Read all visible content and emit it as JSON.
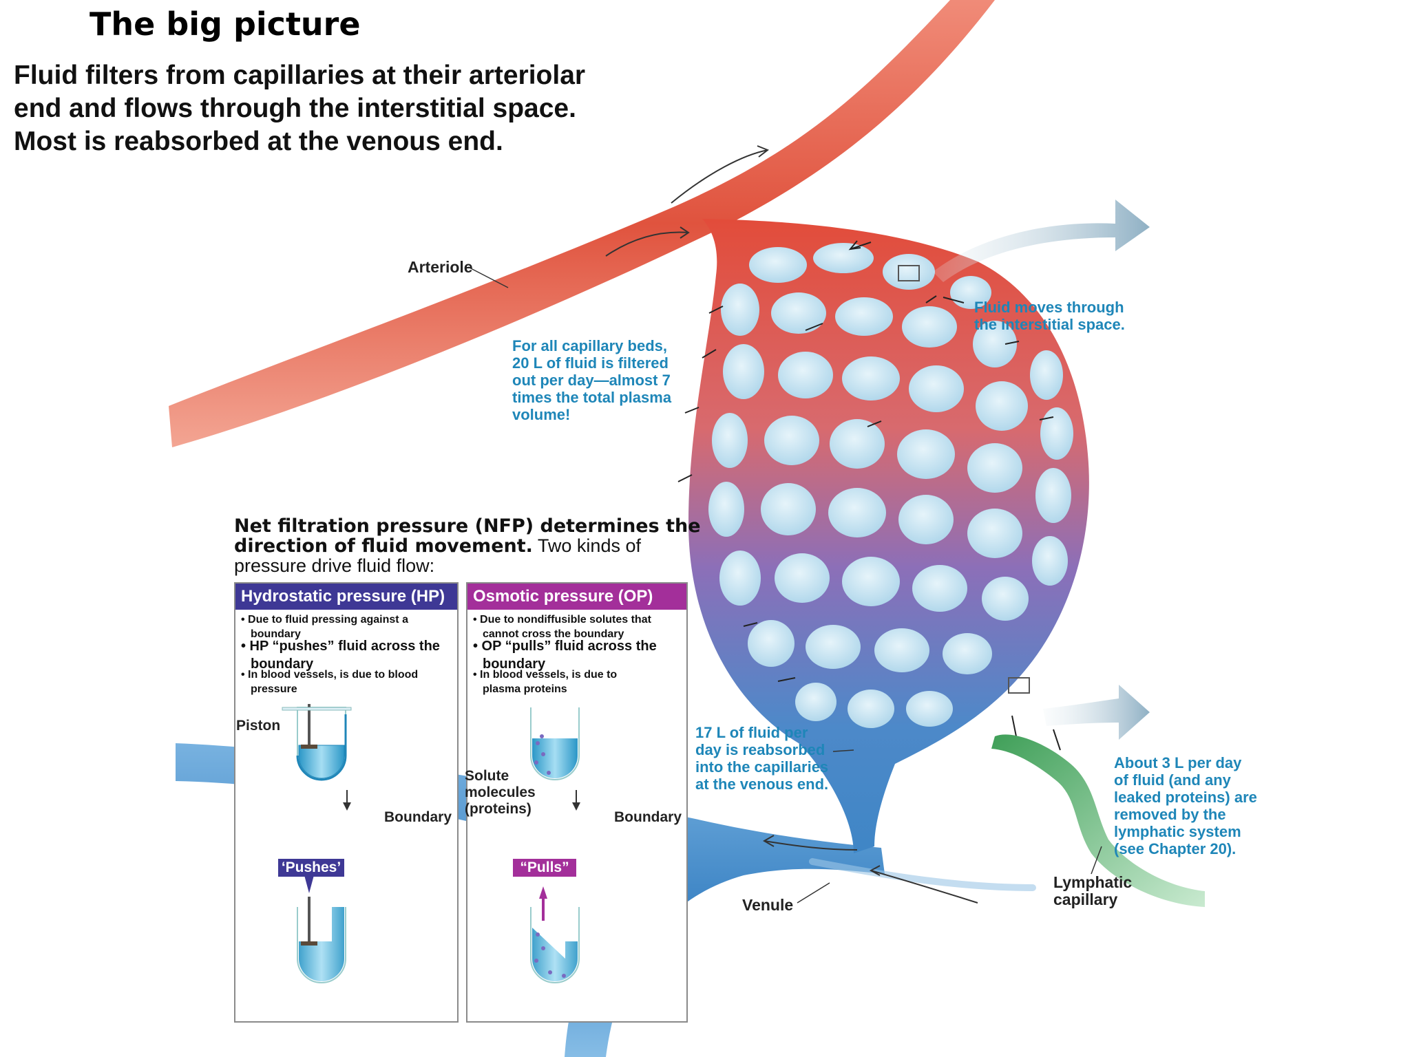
{
  "title": "The big picture",
  "intro": [
    "Fluid filters from capillaries at their arteriolar",
    "end and flows through the interstitial space.",
    "Most is reabsorbed at the venous end."
  ],
  "labels": {
    "arteriole": "Arteriole",
    "venule": "Venule",
    "lymphatic_line1": "Lymphatic",
    "lymphatic_line2": "capillary"
  },
  "callouts": {
    "filtered": [
      "For all capillary beds,",
      "20 L of fluid is filtered",
      "out per day—almost 7",
      "times the total plasma",
      "volume!"
    ],
    "interstitial": [
      "Fluid moves through",
      "the interstitial space."
    ],
    "reabsorbed": [
      "17 L of fluid per",
      "day is reabsorbed",
      "into the capillaries",
      "at the venous end."
    ],
    "lymph": [
      "About 3 L per day",
      "of fluid (and any",
      "leaked proteins) are",
      "removed by the",
      "lymphatic system",
      "(see Chapter 20)."
    ]
  },
  "nfp": {
    "bold": "Net filtration pressure (NFP) determines the direction of fluid movement.",
    "rest": " Two kinds of pressure drive fluid flow:"
  },
  "hp": {
    "header": "Hydrostatic pressure (HP)",
    "b1": "• Due to fluid pressing against a",
    "b1b": "boundary",
    "b2": "• HP “pushes” fluid across the",
    "b2b": "boundary",
    "b3": "• In blood vessels, is due to blood",
    "b3b": "pressure",
    "piston": "Piston",
    "boundary": "Boundary",
    "action": "‘Pushes’"
  },
  "op": {
    "header": "Osmotic pressure (OP)",
    "b1": "• Due to nondiffusible solutes that",
    "b1b": "cannot cross the boundary",
    "b2": "• OP “pulls” fluid across the",
    "b2b": "boundary",
    "b3": "• In blood vessels, is due to",
    "b3b": "plasma proteins",
    "solute1": "Solute",
    "solute2": "molecules",
    "solute3": "(proteins)",
    "boundary": "Boundary",
    "action": "“Pulls”"
  },
  "colors": {
    "arterial": "#e0533e",
    "venous": "#3f86c6",
    "capillary_mid": "#8c6fb8",
    "interstitial": "#c9e6f3",
    "lymphatic": "#72b77c",
    "callout_text": "#1e86b8",
    "hp_header": "#3e3895",
    "op_header": "#a32f9a"
  }
}
